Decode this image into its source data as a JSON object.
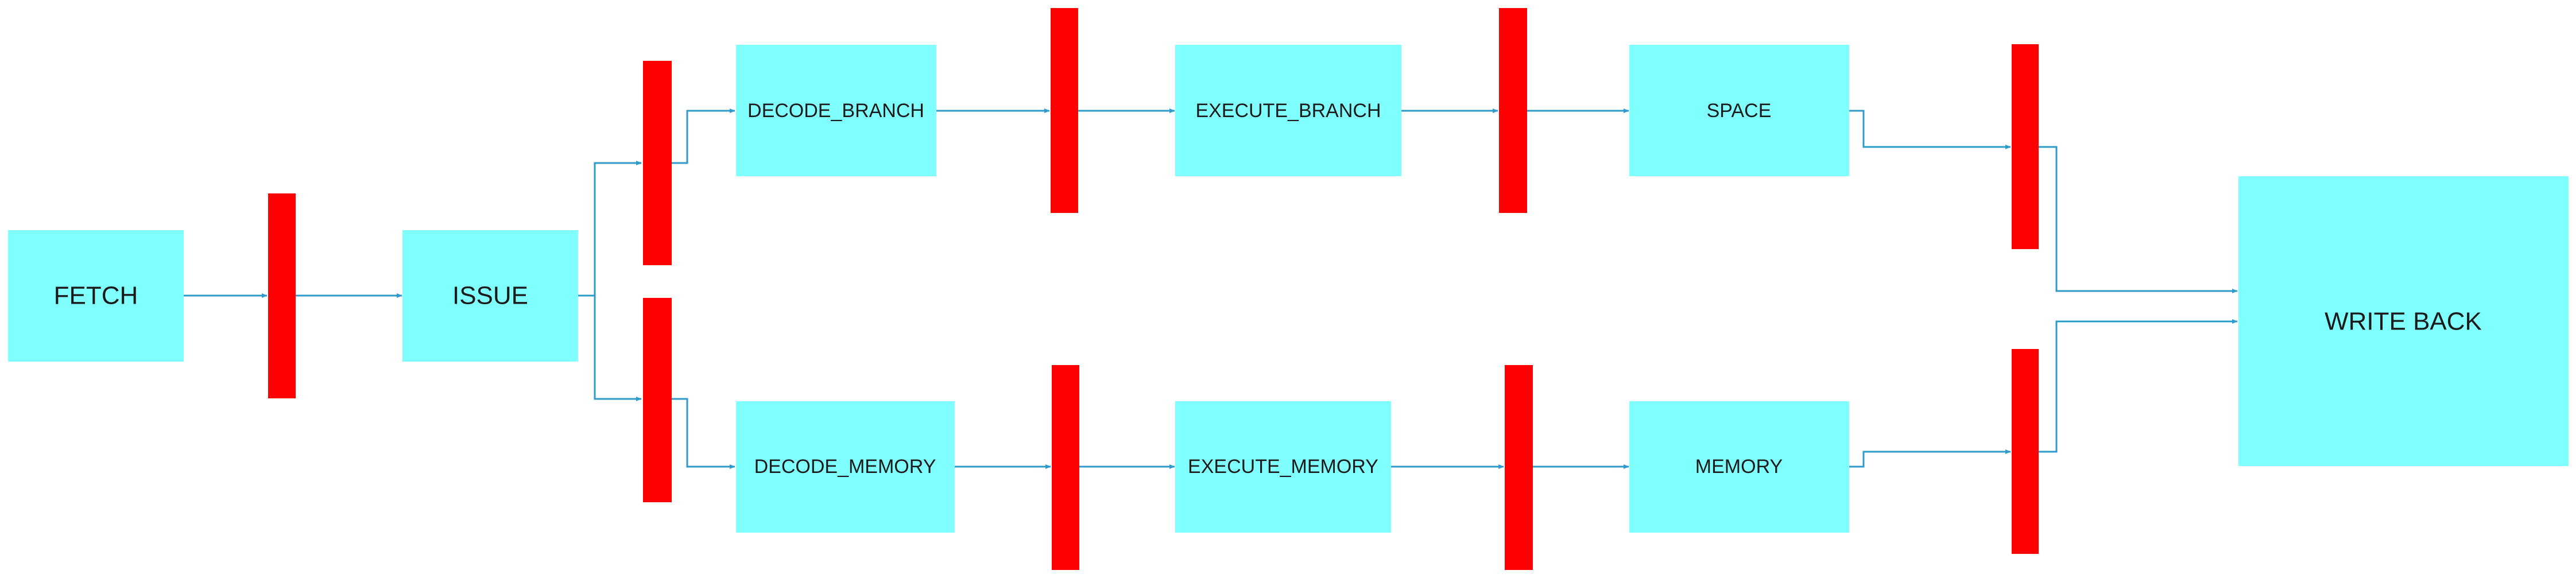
{
  "colors": {
    "stage_fill": "#80FFFF",
    "latch_fill": "#FF0000",
    "connector": "#2E9BCB",
    "background": "#FFFFFF"
  },
  "stages": {
    "fetch": "FETCH",
    "issue": "ISSUE",
    "decode_branch": "DECODE_BRANCH",
    "execute_branch": "EXECUTE_BRANCH",
    "space": "SPACE",
    "decode_memory": "DECODE_MEMORY",
    "execute_memory": "EXECUTE_MEMORY",
    "memory": "MEMORY",
    "write_back": "WRITE BACK"
  }
}
